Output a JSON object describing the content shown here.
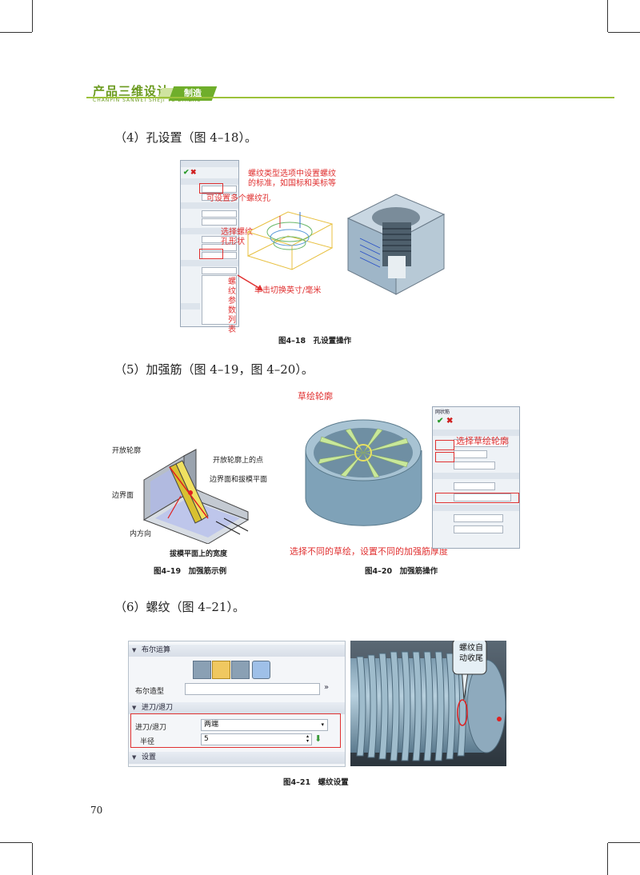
{
  "header": {
    "title": "产品三维设计",
    "subtitle": "CHANPIN SANWEI SHEJI YU ZHIZAO",
    "tag": "制造"
  },
  "sections": {
    "s4": "（4）孔设置（图 4–18）。",
    "s5": "（5）加强筋（图 4–19，图 4–20）。",
    "s6": "（6）螺纹（图 4–21）。"
  },
  "fig18": {
    "caption": "图4–18　孔设置操作",
    "annot_thread_type": "螺纹类型选项中设置螺纹\n的标准，如国标和美标等",
    "annot_multi_hole": "可设置多个螺纹孔",
    "annot_hole_shape": "选择螺纹\n孔形状",
    "annot_param_list": "螺\n纹\n参\n数\n列\n表",
    "annot_switch_unit": "单击切换英寸/毫米"
  },
  "fig19": {
    "caption": "图4–19　加强筋示例",
    "label_open_profile": "开放轮廓",
    "label_point_on_profile": "开放轮廓上的点",
    "label_boundary_draft": "边界面和拔模平面",
    "label_boundary": "边界面",
    "label_inward": "内方向",
    "label_width": "拔模平面上的宽度"
  },
  "fig20": {
    "caption": "图4–20　加强筋操作",
    "annot_sketch_top": "草绘轮廓",
    "annot_select_sketch": "选择草绘轮廓",
    "annot_bottom": "选择不同的草绘，设置不同的加强筋厚度",
    "panel_title": "网状筋"
  },
  "fig21": {
    "caption": "图4–21　螺纹设置",
    "sec_boolean": "布尔运算",
    "label_boolean_shape": "布尔造型",
    "sec_feed": "进刀/退刀",
    "label_feed": "进刀/退刀",
    "value_feed": "两端",
    "label_radius": "半径",
    "value_radius": "5",
    "sec_settings": "设置",
    "callout": "螺纹自\n动收尾"
  },
  "page_number": "70",
  "colors": {
    "accent_green": "#6fae2b",
    "annotation_red": "#e03030",
    "model_blue": "#8fb0c4",
    "rib_green": "#c8e89a"
  }
}
